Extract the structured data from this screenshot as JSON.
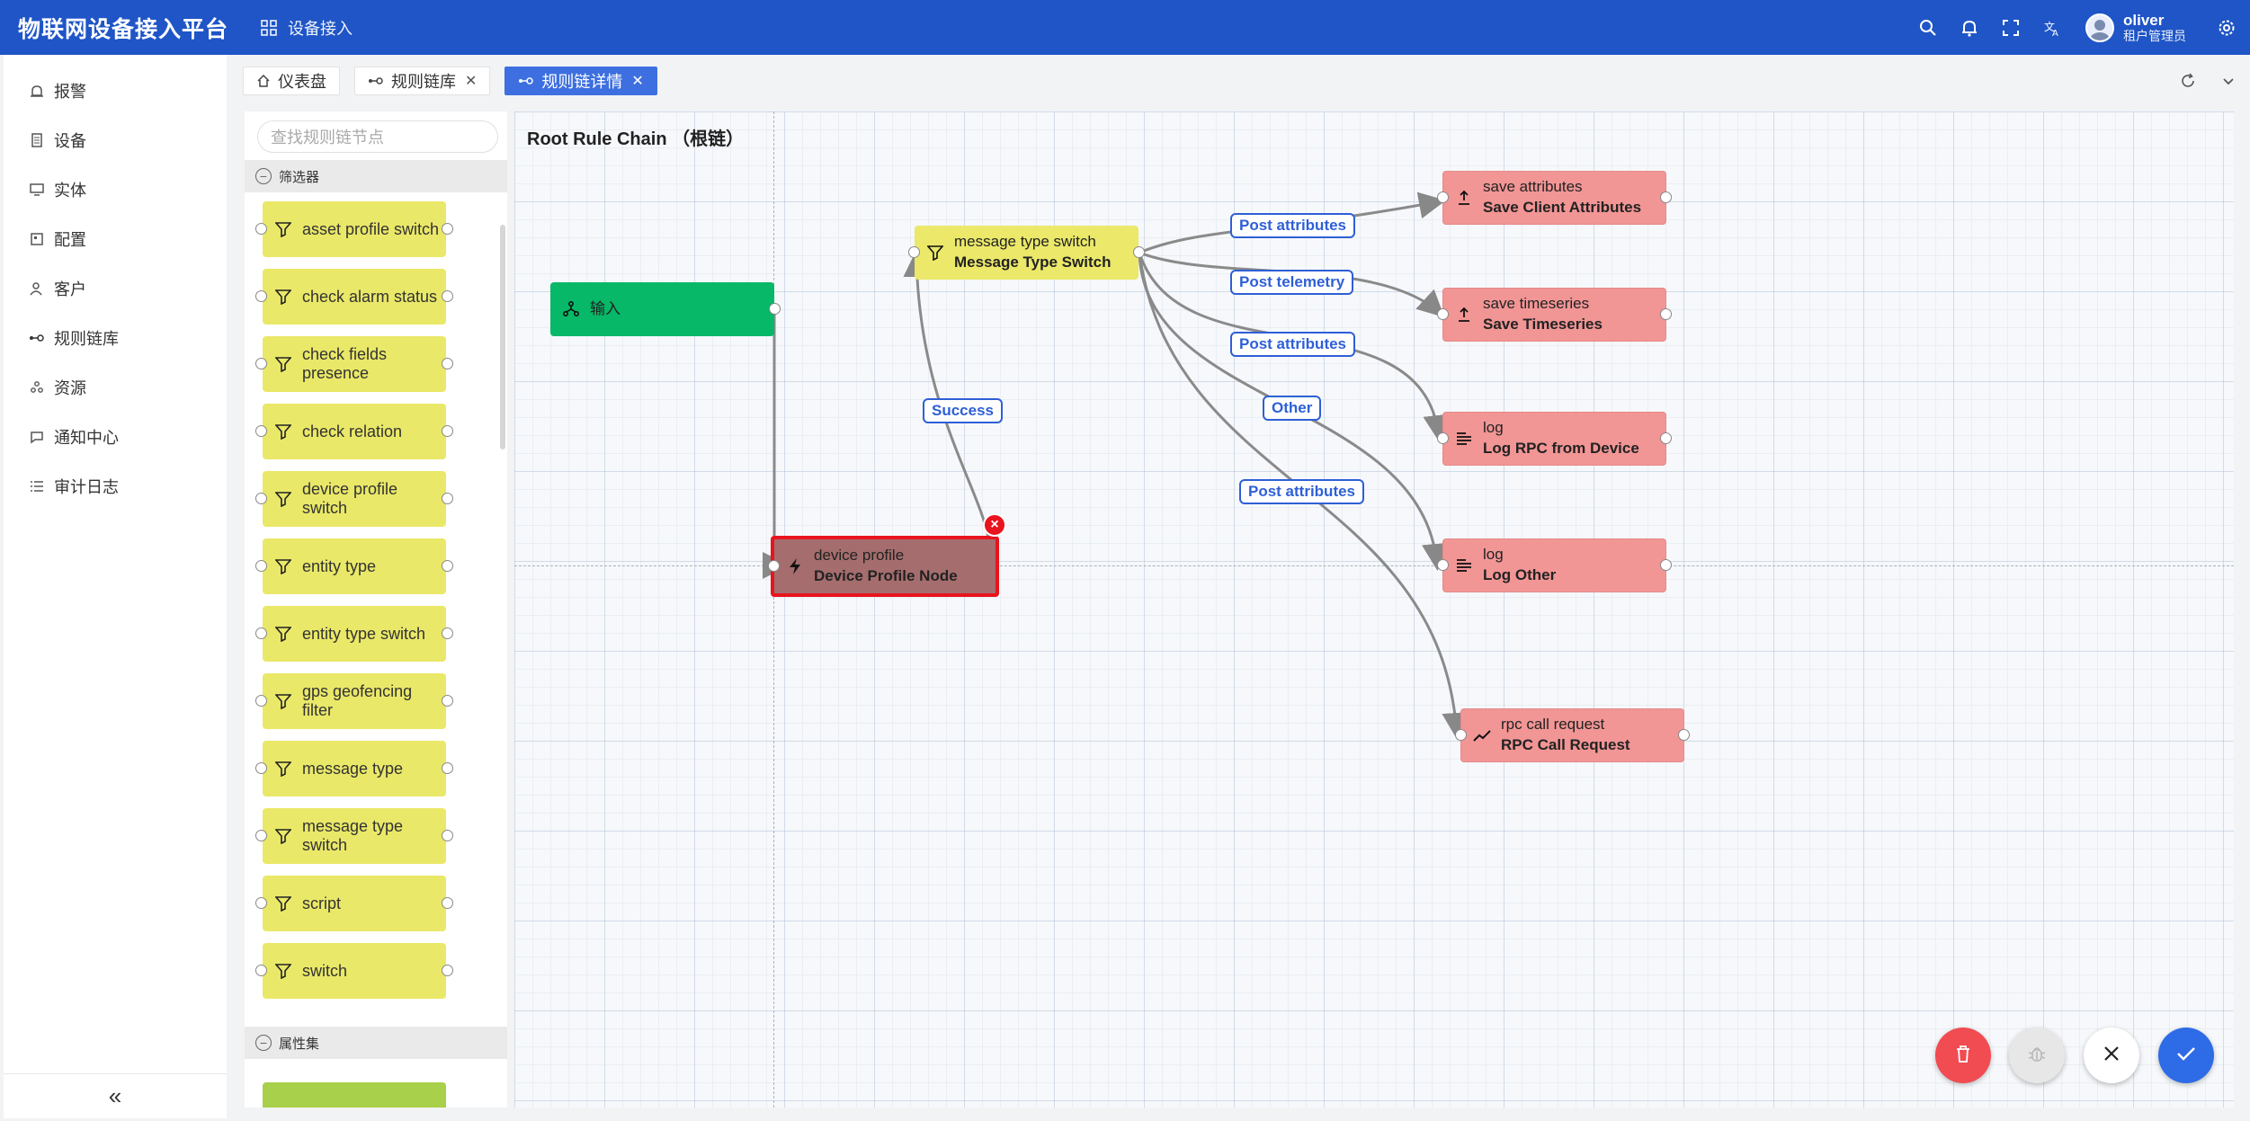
{
  "header": {
    "app_title": "物联网设备接入平台",
    "breadcrumb": "设备接入",
    "user_name": "oliver",
    "user_role": "租户管理员"
  },
  "sidebar": {
    "items": [
      {
        "label": "报警",
        "icon": "alarm-icon"
      },
      {
        "label": "设备",
        "icon": "device-icon"
      },
      {
        "label": "实体",
        "icon": "entity-icon"
      },
      {
        "label": "配置",
        "icon": "config-icon"
      },
      {
        "label": "客户",
        "icon": "customer-icon"
      },
      {
        "label": "规则链库",
        "icon": "rule-chain-icon"
      },
      {
        "label": "资源",
        "icon": "resource-icon"
      },
      {
        "label": "通知中心",
        "icon": "notification-icon"
      },
      {
        "label": "审计日志",
        "icon": "audit-log-icon"
      }
    ],
    "collapse_label": "«"
  },
  "tabs": [
    {
      "label": "仪表盘",
      "closable": false
    },
    {
      "label": "规则链库",
      "closable": true
    },
    {
      "label": "规则链详情",
      "closable": true,
      "active": true
    }
  ],
  "library": {
    "search_placeholder": "查找规则链节点",
    "group_filter": "筛选器",
    "filter_nodes": [
      "asset profile switch",
      "check alarm status",
      "check fields presence",
      "check relation",
      "device profile switch",
      "entity type",
      "entity type switch",
      "gps geofencing filter",
      "message type",
      "message type switch",
      "script",
      "switch"
    ],
    "group_attributes": "属性集"
  },
  "canvas": {
    "title": "Root Rule Chain （根链）",
    "nodes": {
      "input": {
        "label": "输入"
      },
      "device_profile": {
        "type": "device profile",
        "name": "Device Profile Node"
      },
      "msg_switch": {
        "type": "message type switch",
        "name": "Message Type Switch"
      },
      "save_attr": {
        "type": "save attributes",
        "name": "Save Client Attributes"
      },
      "save_ts": {
        "type": "save timeseries",
        "name": "Save Timeseries"
      },
      "log_rpc": {
        "type": "log",
        "name": "Log RPC from Device"
      },
      "log_other": {
        "type": "log",
        "name": "Log Other"
      },
      "rpc_call": {
        "type": "rpc call request",
        "name": "RPC Call Request"
      }
    },
    "edge_labels": {
      "success": "Success",
      "post_attributes_1": "Post attributes",
      "post_telemetry": "Post telemetry",
      "post_attributes_2": "Post attributes",
      "other": "Other",
      "post_attributes_3": "Post attributes"
    },
    "delete_badge": "×"
  },
  "colors": {
    "header": "#1f55c6",
    "input_node": "#06b867",
    "filter_node": "#ebe86a",
    "action_node": "#f29595",
    "selected_border": "#e8141e",
    "edge_label": "#2e5fd6"
  }
}
